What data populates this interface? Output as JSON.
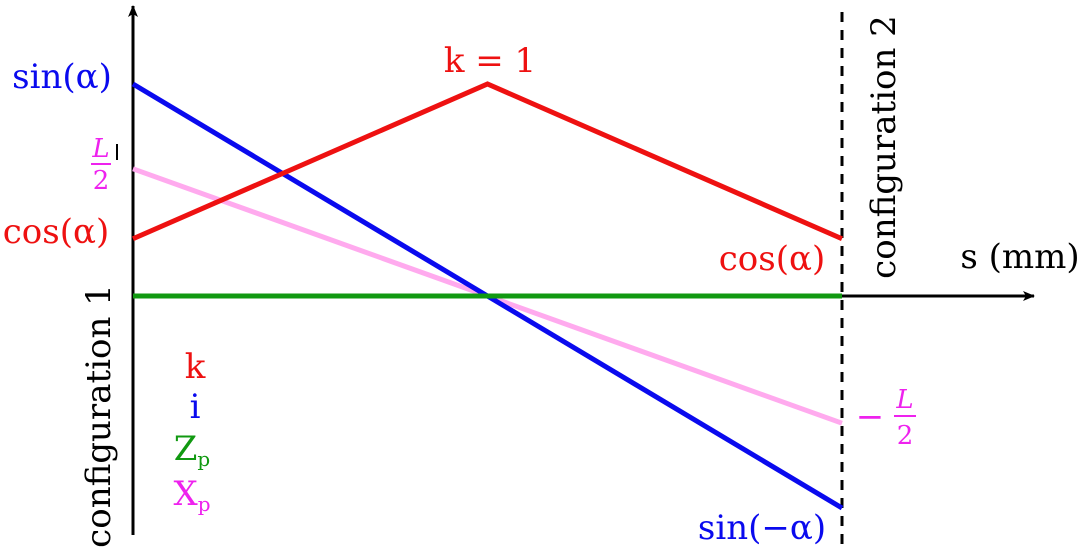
{
  "chart_data": {
    "type": "line",
    "xlabel": "s (mm)",
    "peak_label": "k = 1",
    "section_labels": {
      "left": "configuration 1",
      "right": "configuration 2"
    },
    "y_labels": {
      "sin_alpha": "sin(α)",
      "half_L_num": "L",
      "half_L_den": "2",
      "cos_alpha_left": "cos(α)",
      "cos_alpha_right": "cos(α)",
      "neg_half_L_sign": "−",
      "neg_half_L_num": "L",
      "neg_half_L_den": "2",
      "sin_neg_alpha": "sin(−α)"
    },
    "series": [
      {
        "name": "k",
        "color": "#ee1111",
        "x": [
          0,
          0.5,
          1
        ],
        "y": [
          0.27,
          1.0,
          0.27
        ]
      },
      {
        "name": "i",
        "color": "#0a0aee",
        "x": [
          0,
          1
        ],
        "y": [
          1.0,
          -1.0
        ]
      },
      {
        "name": "Zp",
        "color": "#119911",
        "x": [
          0,
          1
        ],
        "y": [
          0.0,
          0.0
        ]
      },
      {
        "name": "Xp",
        "color": "#ffaaee",
        "x": [
          0,
          1
        ],
        "y": [
          0.6,
          -0.6
        ]
      }
    ],
    "legend": [
      {
        "main": "k",
        "sub": "",
        "color": "#ee1111"
      },
      {
        "main": "i",
        "sub": "",
        "color": "#0a0aee"
      },
      {
        "main": "Z",
        "sub": "p",
        "color": "#119911"
      },
      {
        "main": "X",
        "sub": "p",
        "color": "#ee22ee"
      }
    ],
    "label_colors": {
      "sin": "#0a0aee",
      "cos": "#ee1111",
      "L": "#ee22ee",
      "axis": "#000000"
    },
    "xlim": [
      0,
      1
    ],
    "ylim": [
      -1,
      1
    ]
  }
}
